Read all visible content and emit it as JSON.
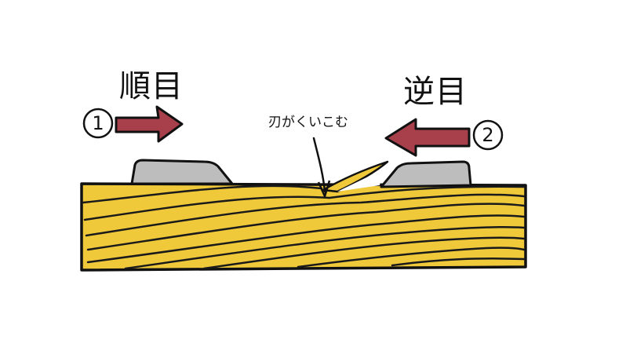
{
  "labels": {
    "with_grain": "順目",
    "against_grain": "逆目",
    "annotation": "刃がくいこむ",
    "num_1": "1",
    "num_2": "2"
  },
  "colors": {
    "wood": "#f0c93a",
    "grain_line": "#1a1a1a",
    "arrow": "#a8404c",
    "plane": "#bdbdbd",
    "outline": "#111111"
  },
  "icons": {
    "with_grain_arrow": "arrow-right-icon",
    "against_grain_arrow": "arrow-left-icon"
  }
}
